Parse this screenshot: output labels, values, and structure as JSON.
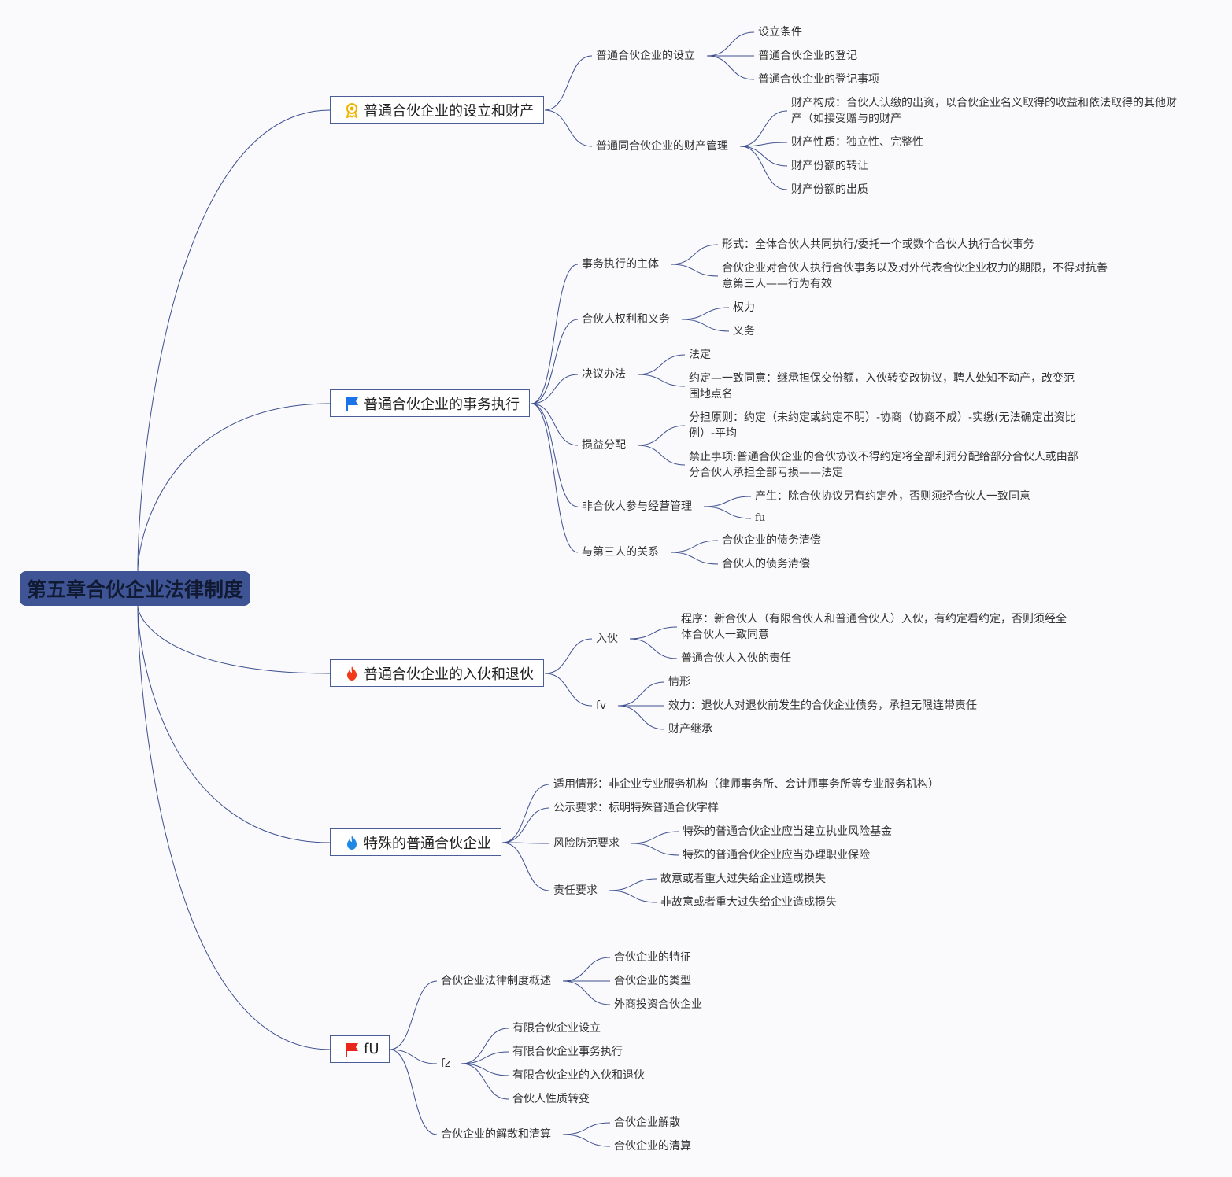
{
  "root": {
    "label": "第五章合伙企业法律制度"
  },
  "branches": [
    {
      "icon": "award-icon",
      "label": "普通合伙企业的设立和财产",
      "children": [
        {
          "label": "普通合伙企业的设立",
          "children": [
            "设立条件",
            "普通合伙企业的登记",
            "普通合伙企业的登记事项"
          ]
        },
        {
          "label": "普通同合伙企业的财产管理",
          "children": [
            "财产构成：合伙人认缴的出资，以合伙企业名义取得的收益和依法取得的其他财产（如接受赠与的财产",
            "财产性质：独立性、完整性",
            "财产份额的转让",
            "财产份额的出质"
          ]
        }
      ]
    },
    {
      "icon": "flag-blue-icon",
      "label": "普通合伙企业的事务执行",
      "children": [
        {
          "label": "事务执行的主体",
          "children": [
            "形式：全体合伙人共同执行/委托一个或数个合伙人执行合伙事务",
            "合伙企业对合伙人执行合伙事务以及对外代表合伙企业权力的期限，不得对抗善意第三人——行为有效"
          ]
        },
        {
          "label": "合伙人权利和义务",
          "children": [
            "权力",
            "义务"
          ]
        },
        {
          "label": "决议办法",
          "children": [
            "法定",
            "约定—一致同意：继承担保交份额，入伙转变改协议，聘人处知不动产，改变范围地点名"
          ]
        },
        {
          "label": "损益分配",
          "children": [
            "分担原则：约定（未约定或约定不明）-协商（协商不成）-实缴(无法确定出资比例）-平均",
            "禁止事项:普通合伙企业的合伙协议不得约定将全部利润分配给部分合伙人或由部分合伙人承担全部亏损——法定"
          ]
        },
        {
          "label": "非合伙人参与经营管理",
          "children": [
            "产生：除合伙协议另有约定外，否则须经合伙人一致同意",
            "fu"
          ]
        },
        {
          "label": "与第三人的关系",
          "children": [
            "合伙企业的债务清偿",
            "合伙人的债务清偿"
          ]
        }
      ]
    },
    {
      "icon": "fire-red-icon",
      "label": "普通合伙企业的入伙和退伙",
      "children": [
        {
          "label": "入伙",
          "children": [
            "程序：新合伙人（有限合伙人和普通合伙人）入伙，有约定看约定，否则须经全体合伙人一致同意",
            "普通合伙人入伙的责任"
          ]
        },
        {
          "label": "fv",
          "children": [
            "情形",
            "效力：退伙人对退伙前发生的合伙企业债务，承担无限连带责任",
            "财产继承"
          ]
        }
      ]
    },
    {
      "icon": "fire-blue-icon",
      "label": "特殊的普通合伙企业",
      "children": [
        {
          "label": "适用情形：非企业专业服务机构（律师事务所、会计师事务所等专业服务机构）",
          "children": []
        },
        {
          "label": "公示要求：标明特殊普通合伙字样",
          "children": []
        },
        {
          "label": "风险防范要求",
          "children": [
            "特殊的普通合伙企业应当建立执业风险基金",
            "特殊的普通合伙企业应当办理职业保险"
          ]
        },
        {
          "label": "责任要求",
          "children": [
            "故意或者重大过失给企业造成损失",
            "非故意或者重大过失给企业造成损失"
          ]
        }
      ]
    },
    {
      "icon": "flag-red-icon",
      "label": "fU",
      "children": [
        {
          "label": "合伙企业法律制度概述",
          "children": [
            "合伙企业的特征",
            "合伙企业的类型",
            "外商投资合伙企业"
          ]
        },
        {
          "label": "fz",
          "children": [
            "有限合伙企业设立",
            "有限合伙企业事务执行",
            "有限合伙企业的入伙和退伙",
            "合伙人性质转变"
          ]
        },
        {
          "label": "合伙企业的解散和清算",
          "children": [
            "合伙企业解散",
            "合伙企业的清算"
          ]
        }
      ]
    }
  ],
  "colors": {
    "line": "#3d4f8f",
    "root_fill": "#3f5495",
    "root_text": "#101a33",
    "award": "#f0b400",
    "flag_blue": "#1a73e8",
    "fire_red": "#f23a1a",
    "fire_blue": "#1e88e5",
    "flag_red": "#e8261c"
  }
}
